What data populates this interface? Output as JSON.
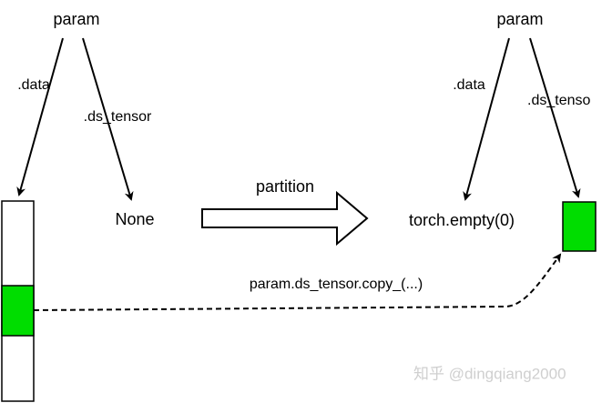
{
  "diagram": {
    "left": {
      "param_label": "param",
      "data_label": ".data",
      "ds_tensor_label": ".ds_tensor",
      "none_label": "None"
    },
    "right": {
      "param_label": "param",
      "data_label": ".data",
      "ds_tensor_label": ".ds_tenso",
      "torch_label": "torch.empty(0)"
    },
    "partition_label": "partition",
    "copy_label": "param.ds_tensor.copy_(...)",
    "watermark": "知乎 @dingqiang2000",
    "colors": {
      "highlight": "#00dd00",
      "stroke": "#000000",
      "watermark": "#cfcfcf"
    }
  }
}
